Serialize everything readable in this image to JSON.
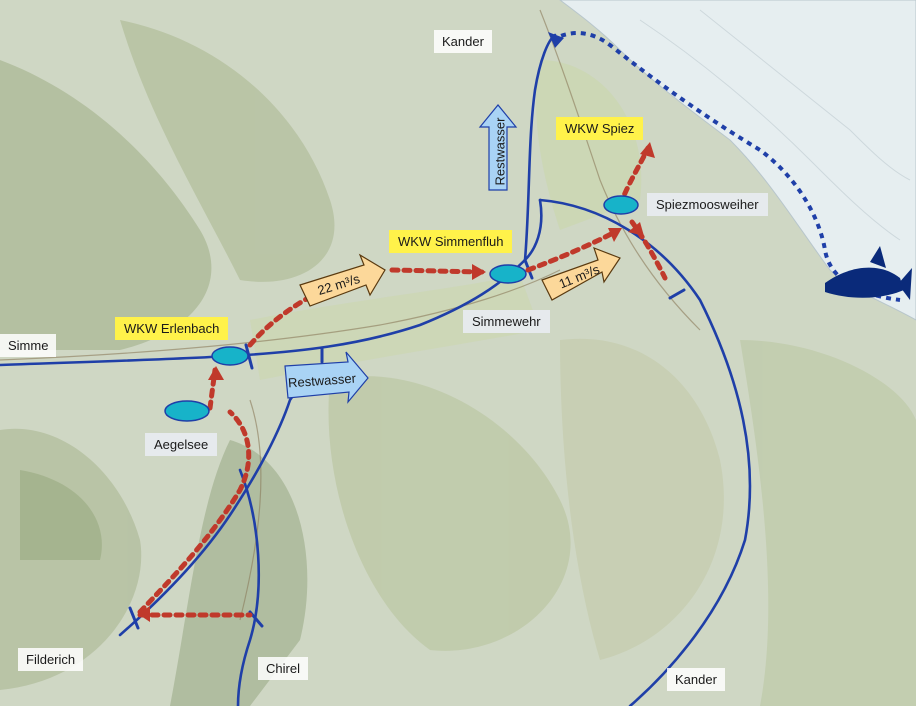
{
  "map": {
    "colors": {
      "river": "#1f3fa8",
      "flow_arrow": "#c0392b",
      "lake_flow": "#1f3fa8",
      "restwasser_fill": "#a9d3f5",
      "flow_label_fill": "#fcd89a",
      "station_fill": "#17b3c9",
      "power_label": "#fff24a",
      "terrain": "#cfd7c4",
      "lake": "#e6eef0"
    },
    "labels": {
      "kander_top": "Kander",
      "kander_bottom": "Kander",
      "simme": "Simme",
      "filderich": "Filderich",
      "chirel": "Chirel",
      "wkw_spiez": "WKW Spiez",
      "wkw_simmenfluh": "WKW Simmenfluh",
      "wkw_erlenbach": "WKW Erlenbach",
      "spiezmoosweiher": "Spiezmoosweiher",
      "simmewehr": "Simmewehr",
      "aegelsee": "Aegelsee",
      "restwasser_vertical": "Restwasser",
      "restwasser_horizontal": "Restwasser",
      "flow_22": "22 m³/s",
      "flow_11": "11 m³/s"
    }
  }
}
